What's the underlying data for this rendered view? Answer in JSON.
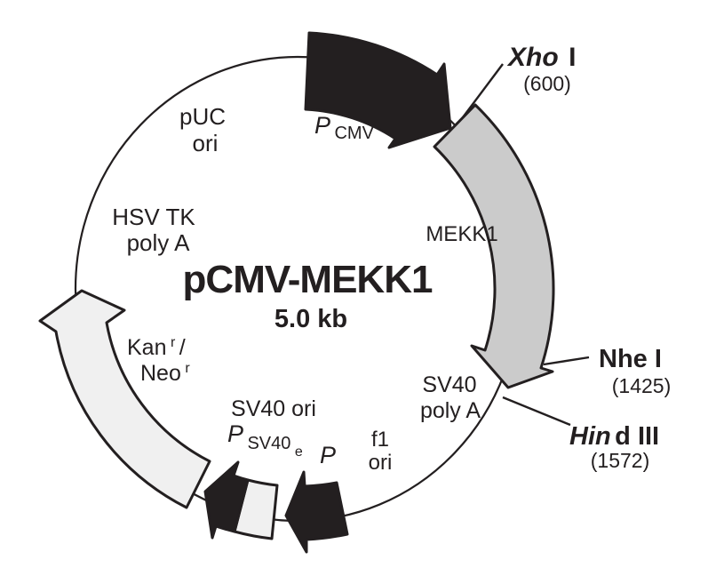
{
  "diagram": {
    "title": "pCMV-MEKK1",
    "size": "5.0 kb",
    "labels": {
      "puc_ori_1": "pUC",
      "puc_ori_2": "ori",
      "pcmv_main": "P",
      "pcmv_sub": "CMV",
      "mekk1": "MEKK1",
      "hsv_tk_1": "HSV TK",
      "hsv_tk_2": "poly A",
      "kan": "Kan",
      "kan_sup": "r",
      "kan_slash": "/",
      "neo": "Neo",
      "neo_sup": "r",
      "sv40_polya_1": "SV40",
      "sv40_polya_2": "poly A",
      "sv40_ori": "SV40 ori",
      "psv40_main": "P",
      "psv40_sub": "SV40",
      "psv40_subsub": "e",
      "p_promoter": "P",
      "f1_ori_1": "f1",
      "f1_ori_2": "ori"
    },
    "sites": {
      "xho": {
        "italic": "Xho",
        "rest": "I",
        "pos": "(600)"
      },
      "nhe": {
        "italic": "",
        "rest": "Nhe I",
        "pos": "(1425)"
      },
      "hind": {
        "italic": "Hin",
        "rest": "d III",
        "pos": "(1572)"
      }
    },
    "colors": {
      "outline": "#231f20",
      "black_feature": "#231f20",
      "gray_feature": "#cbcbcb",
      "light_feature": "#f0f0f0"
    }
  }
}
